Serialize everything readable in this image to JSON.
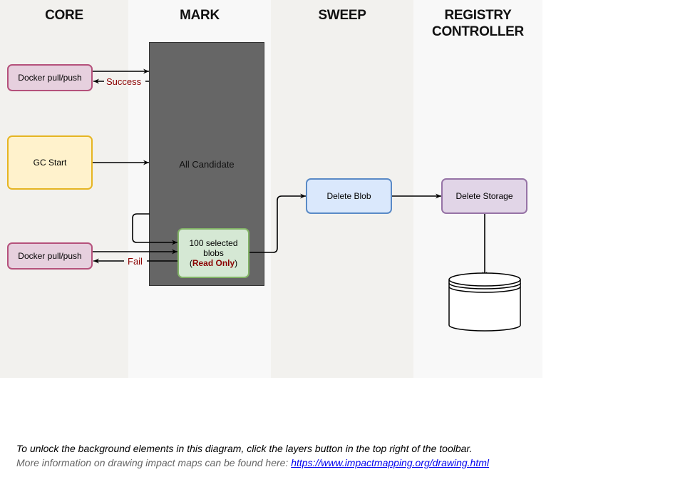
{
  "lanes": {
    "core": "CORE",
    "mark": "MARK",
    "sweep": "SWEEP",
    "registry": "REGISTRY\nCONTROLLER"
  },
  "nodes": {
    "docker_top": "Docker pull/push",
    "gc_start": "GC Start",
    "docker_bottom": "Docker pull/push",
    "all_candidate": "All Candidate",
    "selected_line1": "100 selected",
    "selected_line2": "blobs",
    "selected_paren_open": "(",
    "selected_readonly": "Read Only",
    "selected_paren_close": ")",
    "delete_blob": "Delete Blob",
    "delete_storage": "Delete Storage"
  },
  "edges": {
    "success": "Success",
    "fail": "Fail"
  },
  "notes": {
    "line1": "To unlock the background elements in this diagram, click the layers button in the top right of the toolbar.",
    "line2_text": "More information on drawing impact maps can be found here: ",
    "line2_link": "https://www.impactmapping.org/drawing.html"
  },
  "colors": {
    "lane_a": "#f2f1ee",
    "lane_b": "#f8f8f8",
    "pink_fill": "#e6d0de",
    "pink_border": "#b5517b",
    "yellow_fill": "#fff2cc",
    "yellow_border": "#e6b522",
    "dark_fill": "#666666",
    "green_fill": "#d5e8d4",
    "green_border": "#82b366",
    "blue_fill": "#dae8fc",
    "blue_border": "#5a8ac6",
    "purple_fill": "#e1d5e7",
    "purple_border": "#9673a6",
    "edge_label": "#8b0000"
  }
}
